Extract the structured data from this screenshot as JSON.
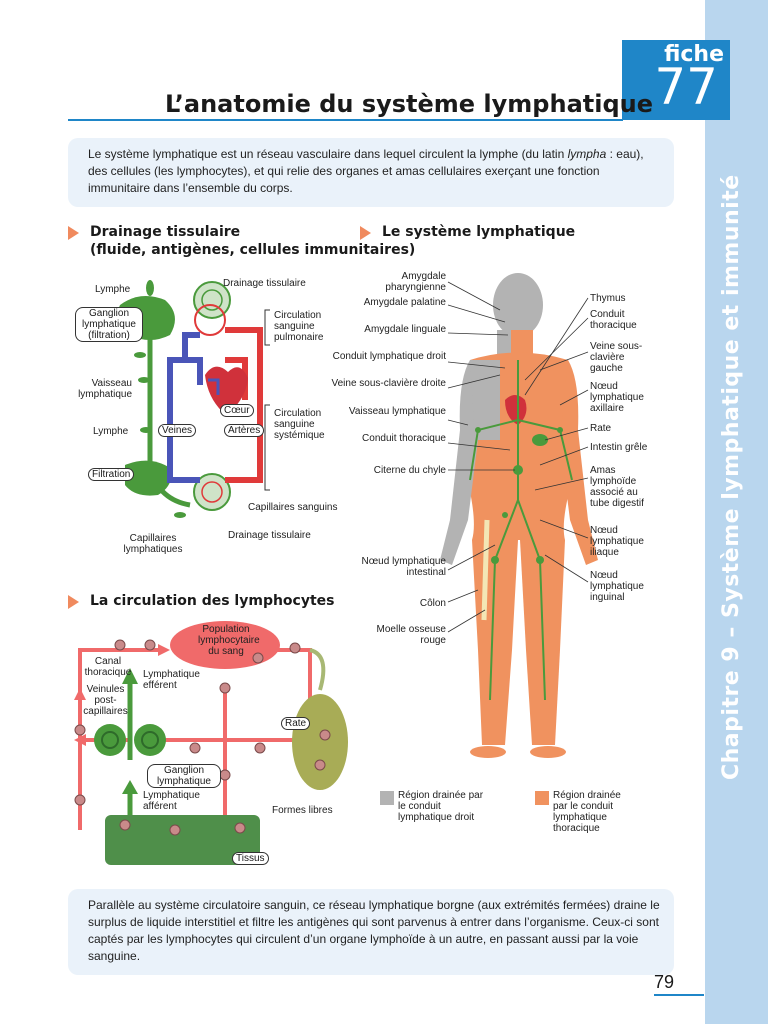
{
  "header": {
    "fiche_word": "fiche",
    "fiche_number": "77",
    "title": "L’anatomie du système lymphatique",
    "chapter": "Chapitre 9 – Système lymphatique et immunité"
  },
  "intro": {
    "before": "Le système lymphatique est un réseau vasculaire dans lequel circulent la lymphe (du latin ",
    "italic": "lympha",
    "after": " : eau), des cellules (les lymphocytes), et qui relie des organes et amas cellulaires exerçant une fonction immunitaire dans l’ensemble du corps."
  },
  "section1": {
    "title_line1": "Drainage tissulaire",
    "title_line2": "(fluide, antigènes, cellules immunitaires)",
    "labels": {
      "lymphe_top": "Lymphe",
      "drainage_top": "Drainage tissulaire",
      "ganglion": "Ganglion lymphatique (filtration)",
      "circ_pulm": "Circulation sanguine pulmonaire",
      "vaisseau": "Vaisseau lymphatique",
      "coeur": "Cœur",
      "circ_syst": "Circulation sanguine systémique",
      "lymphe_mid": "Lymphe",
      "veines": "Veines",
      "arteres": "Artères",
      "filtration": "Filtration",
      "capillaires_sanguins": "Capillaires sanguins",
      "capillaires_lymph": "Capillaires lymphatiques",
      "drainage_bottom": "Drainage tissulaire"
    }
  },
  "section2": {
    "title": "Le système lymphatique",
    "left_labels": [
      "Amygdale pharyngienne",
      "Amygdale palatine",
      "Amygdale linguale",
      "Conduit lymphatique droit",
      "Veine sous-clavière droite",
      "Vaisseau lymphatique",
      "Conduit thoracique",
      "Citerne du chyle",
      "Nœud lymphatique intestinal",
      "Côlon",
      "Moelle osseuse rouge"
    ],
    "right_labels": [
      "Thymus",
      "Conduit thoracique",
      "Veine sous-clavière gauche",
      "Nœud lymphatique axillaire",
      "Rate",
      "Intestin grêle",
      "Amas lymphoïde associé au tube digestif",
      "Nœud lymphatique iliaque",
      "Nœud lymphatique inguinal"
    ],
    "legend": [
      {
        "label": "Région drainée par le conduit lymphatique droit",
        "color": "#b3b3b3"
      },
      {
        "label": "Région drainée par le conduit lymphatique thoracique",
        "color": "#f0925f"
      }
    ]
  },
  "section3": {
    "title": "La circulation des lymphocytes",
    "labels": {
      "population": "Population lymphocytaire du sang",
      "canal": "Canal thoracique",
      "lymph_efferent": "Lymphatique efférent",
      "veinules": "Veinules post-capillaires",
      "rate": "Rate",
      "ganglion": "Ganglion lymphatique",
      "lymph_afferent": "Lymphatique afférent",
      "formes_libres": "Formes libres",
      "tissus": "Tissus"
    }
  },
  "outro": {
    "text": "Parallèle au système circulatoire sanguin, ce réseau lymphatique borgne (aux extrémités fermées) draine le surplus de liquide interstitiel et filtre les antigènes qui sont parvenus à entrer dans l’organisme. Ceux-ci sont captés par les lymphocytes qui circulent d’un organe lymphoïde à un autre, en passant aussi par la voie sanguine."
  },
  "footer": {
    "page": "79"
  },
  "colors": {
    "accent": "#1f86c8",
    "sidebar": "#b9d6ee",
    "lymph_green": "#4a9a3c",
    "blood_red": "#e03a3a",
    "vein_blue": "#4a55b8",
    "body_orange": "#f0925f"
  }
}
